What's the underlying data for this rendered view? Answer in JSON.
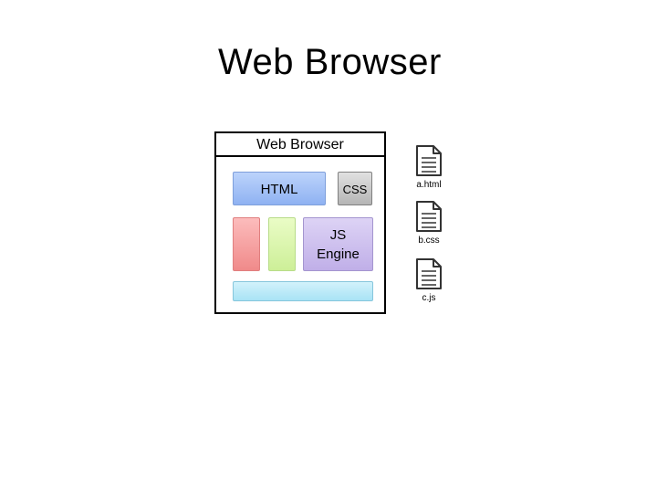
{
  "slide": {
    "title": "Web Browser"
  },
  "browser": {
    "title": "Web Browser",
    "html_label": "HTML",
    "css_label": "CSS",
    "js_label": "JS Engine"
  },
  "files": [
    {
      "name": "a.html",
      "icon": "document-icon"
    },
    {
      "name": "b.css",
      "icon": "document-icon"
    },
    {
      "name": "c.js",
      "icon": "document-icon"
    }
  ],
  "colors": {
    "html": "#8fb2f2",
    "css": "#b5b5b5",
    "red_component": "#f08a8a",
    "green_component": "#cdef98",
    "js_engine": "#c0afe8",
    "cyan_component": "#a9e3f5"
  }
}
